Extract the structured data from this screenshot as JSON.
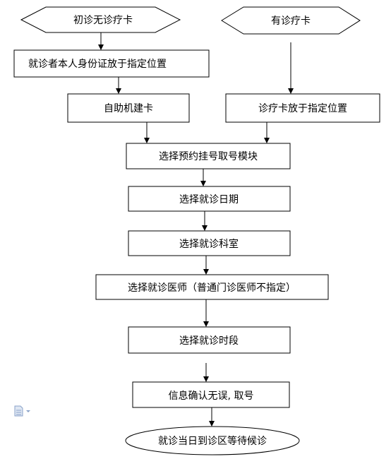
{
  "flowchart": {
    "start_new_patient": "初诊无诊疗卡",
    "start_has_card": "有诊疗卡",
    "place_id_card": "就诊者本人身份证放于指定位置",
    "self_service_card": "自助机建卡",
    "place_clinic_card": "诊疗卡放于指定位置",
    "select_appointment_module": "选择预约挂号取号模块",
    "select_date": "选择就诊日期",
    "select_department": "选择就诊科室",
    "select_doctor": "选择就诊医师（普通门诊医师不指定）",
    "select_time_slot": "选择就诊时段",
    "confirm_info": "信息确认无误, 取号",
    "wait_at_clinic": "就诊当日到诊区等待候诊"
  },
  "colors": {
    "stroke": "#000000",
    "fill": "#ffffff",
    "icon": "#8aa2c8"
  },
  "icons": [
    "document-icon",
    "dropdown-arrow-icon"
  ]
}
